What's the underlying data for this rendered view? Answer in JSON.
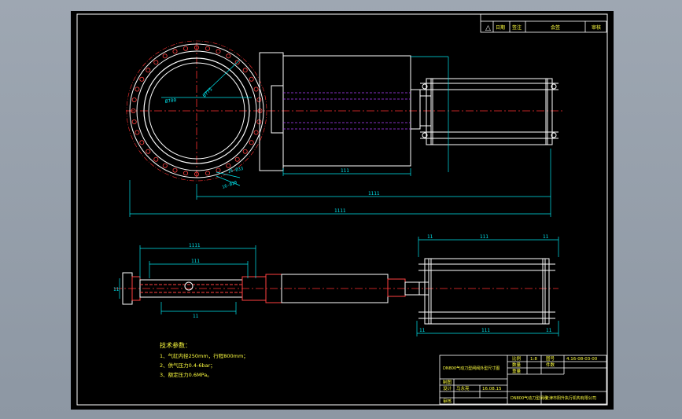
{
  "revision_table": {
    "symbol": "△",
    "headers": [
      "日期",
      "签注",
      "会签",
      "审核"
    ]
  },
  "plan_view": {
    "dim_left_diam": "Ø780",
    "dim_right_diam": "Ø775",
    "dim_bolt_holes": "16-Ø33",
    "dim_bolt_pcd": "16-Ø20",
    "dim_short": "111",
    "dim_mid": "1111",
    "dim_long": "1111"
  },
  "side_view": {
    "dim_top1": "1111",
    "dim_top2": "111",
    "dim_top3": "11",
    "dim_top4": "111",
    "dim_top5": "11",
    "dim_side": "11",
    "dim_bot1": "11",
    "dim_bot2": "111",
    "dim_bot3": "11",
    "dim_left": "11"
  },
  "notes": {
    "title": "技术参数：",
    "line1": "1、气缸内径250mm，行程800mm；",
    "line2": "2、供气压力0.4-6bar；",
    "line3": "3、额定压力0.6MPa。"
  },
  "title_block": {
    "product_name": "DN800气动刀型闸阀外型尺寸图",
    "scale_label": "比例",
    "scale_value": "1:8",
    "drawing_no_label": "图号",
    "drawing_no_value": "4.16-08-03-00",
    "qty_label": "数量",
    "pieces_label": "件数",
    "weight_label": "重量",
    "drafter_label": "制图",
    "designer_label": "设计",
    "drafter_name": "马永亮",
    "date": "16.08.15",
    "reviewer_label": "审核",
    "part_name": "DN800气动刀型闸阀",
    "company": "天津市阳升执行机构有限公司"
  }
}
